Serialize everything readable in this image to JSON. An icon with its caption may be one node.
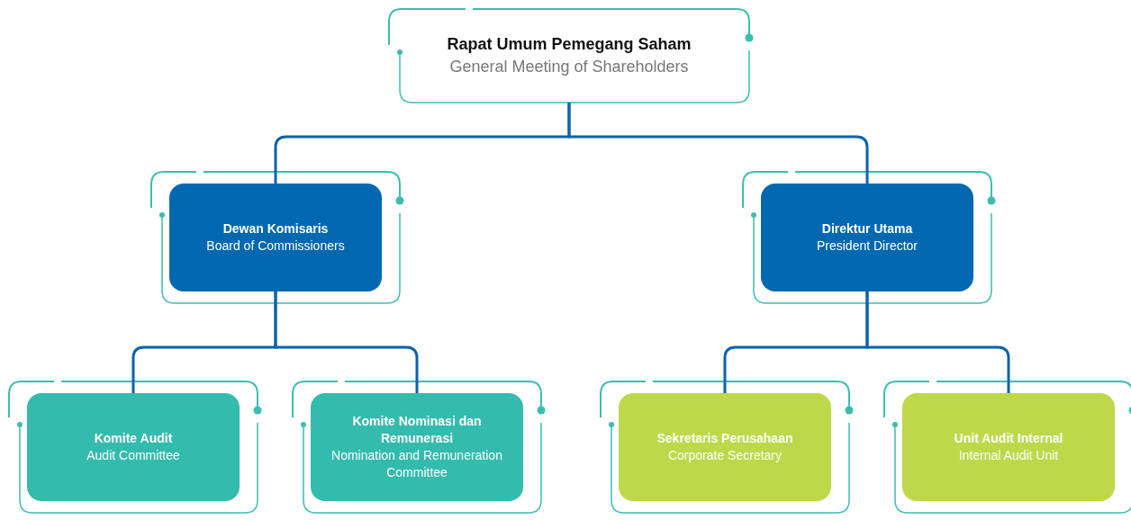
{
  "diagram": {
    "nodes": [
      {
        "text": [
          "Rapat Umum Pemegang Saham",
          "General Meeting of Shareholders"
        ]
      },
      {
        "text": [
          "Dewan Komisaris",
          "Board of Commissioners"
        ]
      },
      {
        "text": [
          "Direktur Utama",
          "President Director"
        ]
      },
      {
        "text": [
          "Komite Audit",
          "Audit Committee"
        ]
      },
      {
        "text": [
          "Komite Nominasi dan Remunerasi",
          "Nomination and Remuneration Committee"
        ]
      },
      {
        "text": [
          "Sekretaris Perusahaan",
          "Corporate Secretary"
        ]
      },
      {
        "text": [
          "Unit Audit Internal",
          "Internal Audit Unit"
        ]
      }
    ],
    "edges": [
      {
        "from": 0,
        "to": 1,
        "arrow": "none"
      },
      {
        "from": 0,
        "to": 2,
        "arrow": "none"
      },
      {
        "from": 1,
        "to": 3,
        "arrow": "none"
      },
      {
        "from": 1,
        "to": 4,
        "arrow": "none"
      },
      {
        "from": 2,
        "to": 5,
        "arrow": "none"
      },
      {
        "from": 2,
        "to": 6,
        "arrow": "none"
      }
    ]
  }
}
